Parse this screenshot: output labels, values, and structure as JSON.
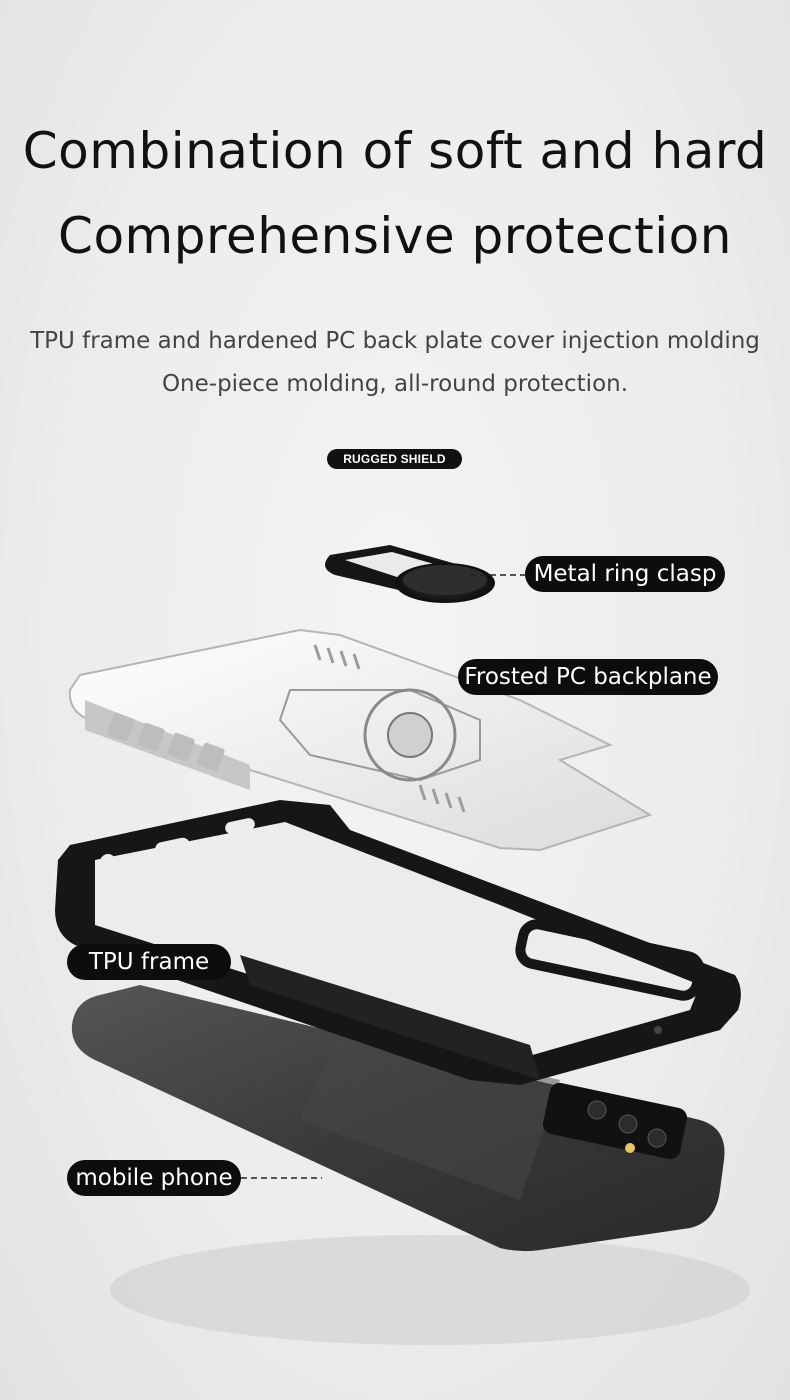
{
  "headline": {
    "line1": "Combination of soft and hard",
    "line2": "Comprehensive protection"
  },
  "subtitle": {
    "line1": "TPU frame and hardened PC back plate cover injection molding",
    "line2": "One-piece molding, all-round protection."
  },
  "badge": "RUGGED SHIELD",
  "labels": {
    "ring": "Metal ring clasp",
    "backplane": "Frosted PC backplane",
    "frame": "TPU frame",
    "phone": "mobile phone"
  },
  "colors": {
    "pill_bg": "#0d0d0d",
    "phone_body": "#3a3a3a",
    "frame": "#161616",
    "backplane": "#f2f2f2"
  }
}
